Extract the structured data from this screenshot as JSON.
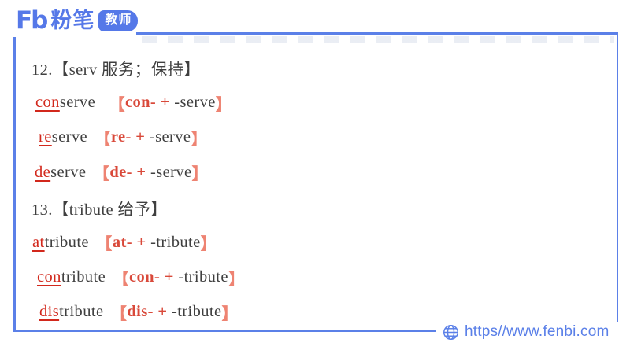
{
  "brand": {
    "logo_mark": "Fb",
    "logo_text": "粉笔",
    "badge_label": "教师"
  },
  "content": {
    "lines": [
      {
        "kind": "header",
        "text": "12.【serv 服务；保持】"
      },
      {
        "kind": "word",
        "word_prefix": "con",
        "word_rest": "serve",
        "open": "【",
        "bracket_prefix": "con- + ",
        "bracket_root": "-serve",
        "close": "】"
      },
      {
        "kind": "word",
        "word_prefix": "re",
        "word_rest": "serve",
        "open": "【",
        "bracket_prefix": "re- + ",
        "bracket_root": "-serve",
        "close": "】"
      },
      {
        "kind": "word",
        "word_prefix": "de",
        "word_rest": "serve",
        "open": "【",
        "bracket_prefix": "de- + ",
        "bracket_root": "-serve",
        "close": "】"
      },
      {
        "kind": "header",
        "text": "13.【tribute 给予】"
      },
      {
        "kind": "word",
        "word_prefix": "at",
        "word_rest": "tribute",
        "open": "【",
        "bracket_prefix": "at- + ",
        "bracket_root": "-tribute",
        "close": "】"
      },
      {
        "kind": "word",
        "word_prefix": "con",
        "word_rest": "tribute",
        "open": "【",
        "bracket_prefix": "con- + ",
        "bracket_root": "-tribute",
        "close": "】"
      },
      {
        "kind": "word",
        "word_prefix": "dis",
        "word_rest": "tribute",
        "open": "【",
        "bracket_prefix": "dis- + ",
        "bracket_root": "-tribute",
        "close": "】"
      }
    ]
  },
  "footer": {
    "url": "https//www.fenbi.com",
    "globe_icon": "globe-icon"
  },
  "colors": {
    "brand_blue": "#5578e8",
    "line_blue": "#5b80e8",
    "text_dark": "#3f3f3f",
    "prefix_red": "#d2281c",
    "bracket_salmon": "#ee8372",
    "bracket_prefix_red": "#d9493a"
  }
}
